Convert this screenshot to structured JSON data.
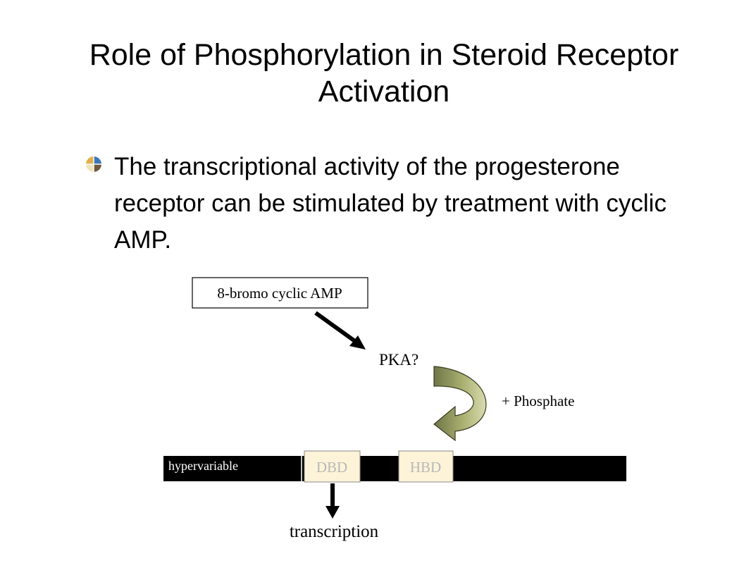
{
  "slide": {
    "title": "Role of Phosphorylation in Steroid Receptor Activation",
    "bullet": "The transcriptional activity of the progesterone receptor can be stimulated by treatment with cyclic AMP.",
    "bullet_icon": "quadrant-bullet-icon",
    "bullet_colors": [
      "#e0b04a",
      "#3c78b8",
      "#f0e4b8",
      "#6e5a40"
    ]
  },
  "diagram": {
    "agent_label": "8-bromo cyclic AMP",
    "kinase_label": "PKA?",
    "phosphate_label": "+ Phosphate",
    "receptor_segments": {
      "hypervariable": "hypervariable",
      "dbd": "DBD",
      "hbd": "HBD"
    },
    "output_label": "transcription",
    "colors": {
      "receptor_bar": "#000000",
      "domain_box_fill": "#fdf3d8",
      "domain_text": "#b8b8b8",
      "curved_arrow_fill_light": "#c9cf98",
      "curved_arrow_fill_dark": "#6e7648"
    }
  }
}
